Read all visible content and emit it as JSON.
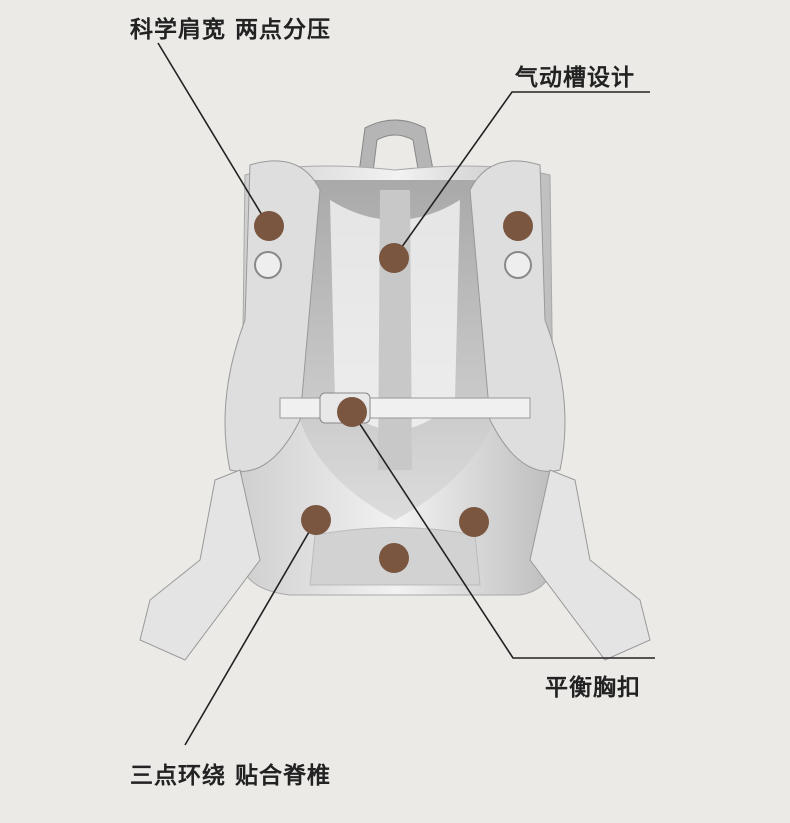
{
  "callouts": {
    "shoulder": "科学肩宽 两点分压",
    "airflow": "气动槽设计",
    "chest_buckle": "平衡胸扣",
    "spine": "三点环绕 贴合脊椎"
  },
  "colors": {
    "background": "#ebeae6",
    "dot": "#7a5641",
    "line": "#222222"
  }
}
